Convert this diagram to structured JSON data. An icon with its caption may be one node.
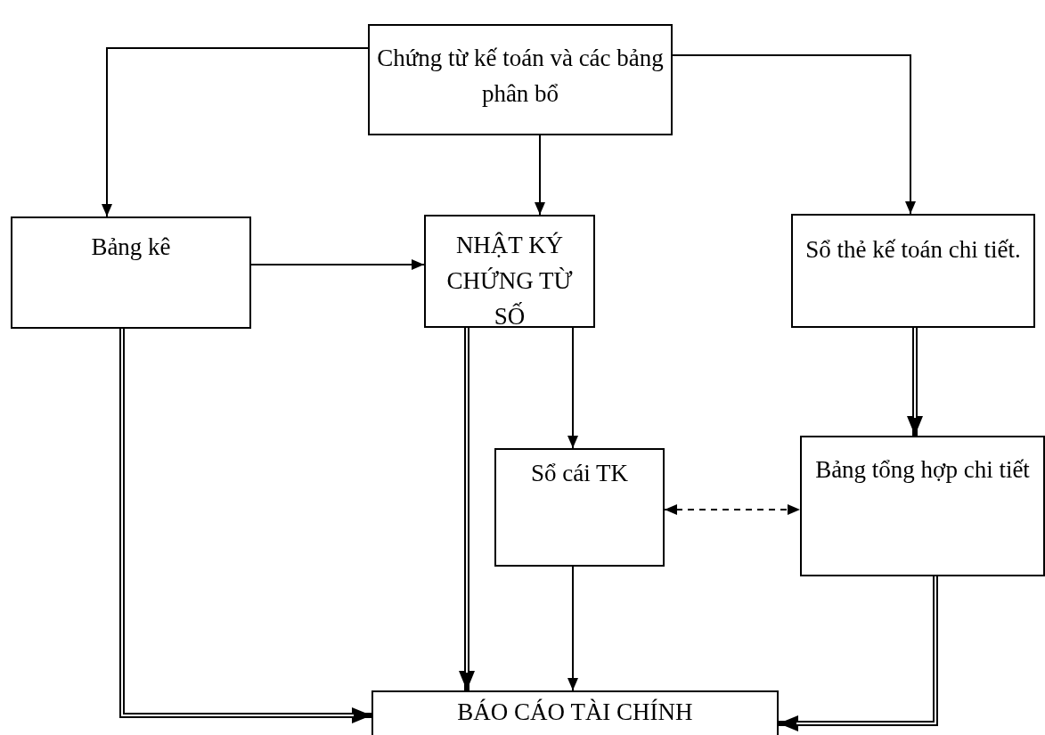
{
  "diagram": {
    "nodes": [
      {
        "text": [
          "Chứng từ kế toán và các bảng phân bổ"
        ]
      },
      {
        "text": [
          "Bảng kê"
        ]
      },
      {
        "text": [
          "NHẬT KÝ CHỨNG TỪ SỐ"
        ]
      },
      {
        "text": [
          "Sổ thẻ kế toán chi tiết."
        ]
      },
      {
        "text": [
          "Sổ cái TK"
        ]
      },
      {
        "text": [
          "Bảng tổng hợp chi tiết"
        ]
      },
      {
        "text": [
          "BÁO CÁO TÀI CHÍNH"
        ]
      }
    ],
    "edges": [
      {
        "from": 0,
        "to": 1,
        "arrow": "to"
      },
      {
        "from": 0,
        "to": 2,
        "arrow": "to"
      },
      {
        "from": 0,
        "to": 3,
        "arrow": "to"
      },
      {
        "from": 1,
        "to": 2,
        "arrow": "to"
      },
      {
        "from": 1,
        "to": 6,
        "arrow": "to",
        "style": "thick"
      },
      {
        "from": 2,
        "to": 6,
        "arrow": "to",
        "style": "thick"
      },
      {
        "from": 2,
        "to": 4,
        "arrow": "to"
      },
      {
        "from": 3,
        "to": 5,
        "arrow": "to",
        "style": "thick"
      },
      {
        "from": 4,
        "to": 5,
        "arrow": "both",
        "style": "dashed"
      },
      {
        "from": 4,
        "to": 6,
        "arrow": "to"
      },
      {
        "from": 5,
        "to": 6,
        "arrow": "to",
        "style": "thick"
      }
    ]
  }
}
